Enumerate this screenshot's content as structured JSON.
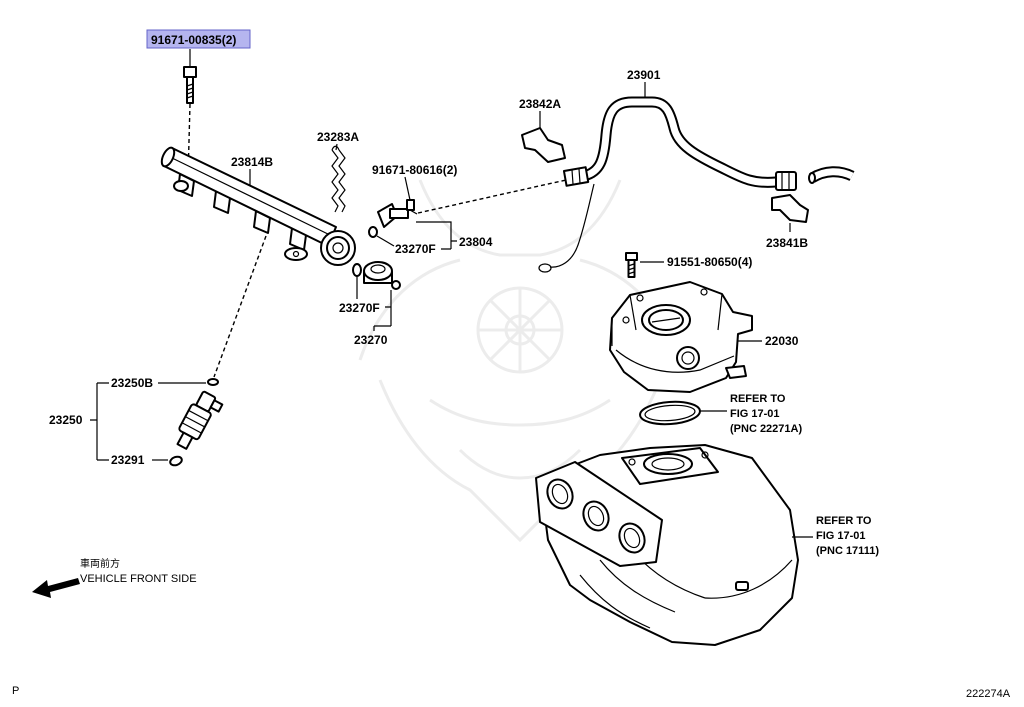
{
  "colors": {
    "highlight_fill": "#b5b5ef",
    "highlight_stroke": "#6464c8",
    "watermark": "#ececec"
  },
  "callouts": {
    "bolt_91671_00835": "91671-00835(2)",
    "hose_23901": "23901",
    "clamp_23842a": "23842A",
    "clip_23283a": "23283A",
    "pipe_23814b": "23814B",
    "bolt_91671_80616": "91671-80616(2)",
    "damper_23804": "23804",
    "oring_23270f_upper": "23270F",
    "clamp_23841b": "23841B",
    "bolt_91551_80650": "91551-80650(4)",
    "oring_23270f_lower": "23270F",
    "throttle_22030": "22030",
    "damper_23270": "23270",
    "oring_23250b": "23250B",
    "injector_23250": "23250",
    "insulator_23291": "23291"
  },
  "references": {
    "gasket": [
      "REFER TO",
      "FIG 17-01",
      "(PNC 22271A)"
    ],
    "manifold": [
      "REFER TO",
      "FIG 17-01",
      "(PNC 17111)"
    ]
  },
  "orientation": {
    "japanese": "車両前方",
    "english": "VEHICLE FRONT SIDE"
  },
  "footer": {
    "page_marker": "P",
    "figure_id": "222274A"
  }
}
